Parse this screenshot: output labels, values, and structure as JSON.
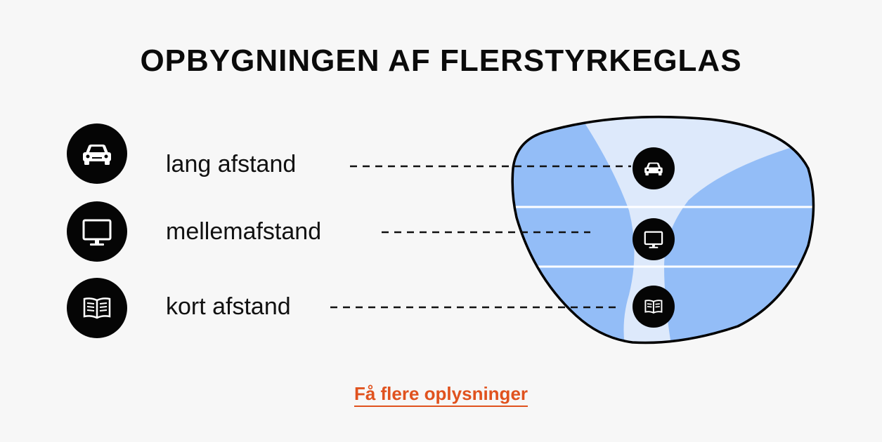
{
  "title": "OPBYGNINGEN AF FLERSTYRKEGLAS",
  "zones": [
    {
      "label": "lang afstand",
      "icon": "car-icon"
    },
    {
      "label": "mellemafstand",
      "icon": "monitor-icon"
    },
    {
      "label": "kort afstand",
      "icon": "book-icon"
    }
  ],
  "link": {
    "label": "Få flere oplysninger"
  },
  "colors": {
    "lens_light": "#dde9fb",
    "lens_dark": "#93bdf7",
    "outline": "#000000",
    "link": "#e0521e"
  }
}
